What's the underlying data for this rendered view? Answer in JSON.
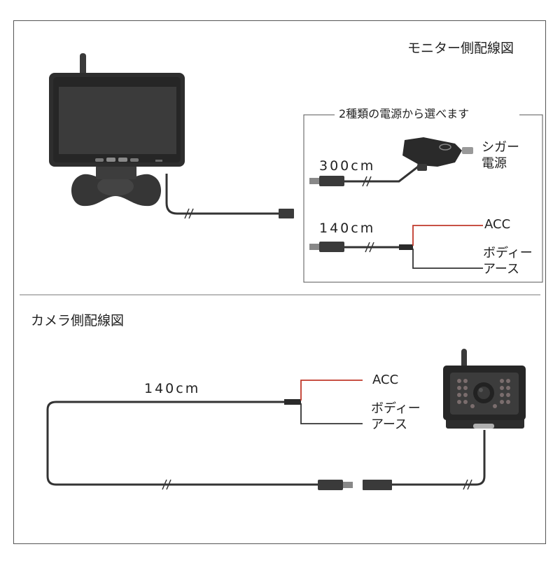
{
  "monitor_section": {
    "title": "モニター側配線図",
    "power_group": {
      "title": "2種類の電源から選べます",
      "cigar": {
        "length": "300cm",
        "label": "シガー\n電源"
      },
      "acc": {
        "length": "140cm",
        "acc_label": "ACC",
        "ground_label": "ボディー\nアース"
      }
    }
  },
  "camera_section": {
    "title": "カメラ側配線図",
    "length": "140cm",
    "acc_label": "ACC",
    "ground_label": "ボディー\nアース"
  },
  "colors": {
    "frame": "#555555",
    "cable": "#333333",
    "device_dark": "#2e2e2e",
    "screen": "#3a3a3a",
    "acc_wire": "#c0392b",
    "led": "#7a6d6d"
  }
}
